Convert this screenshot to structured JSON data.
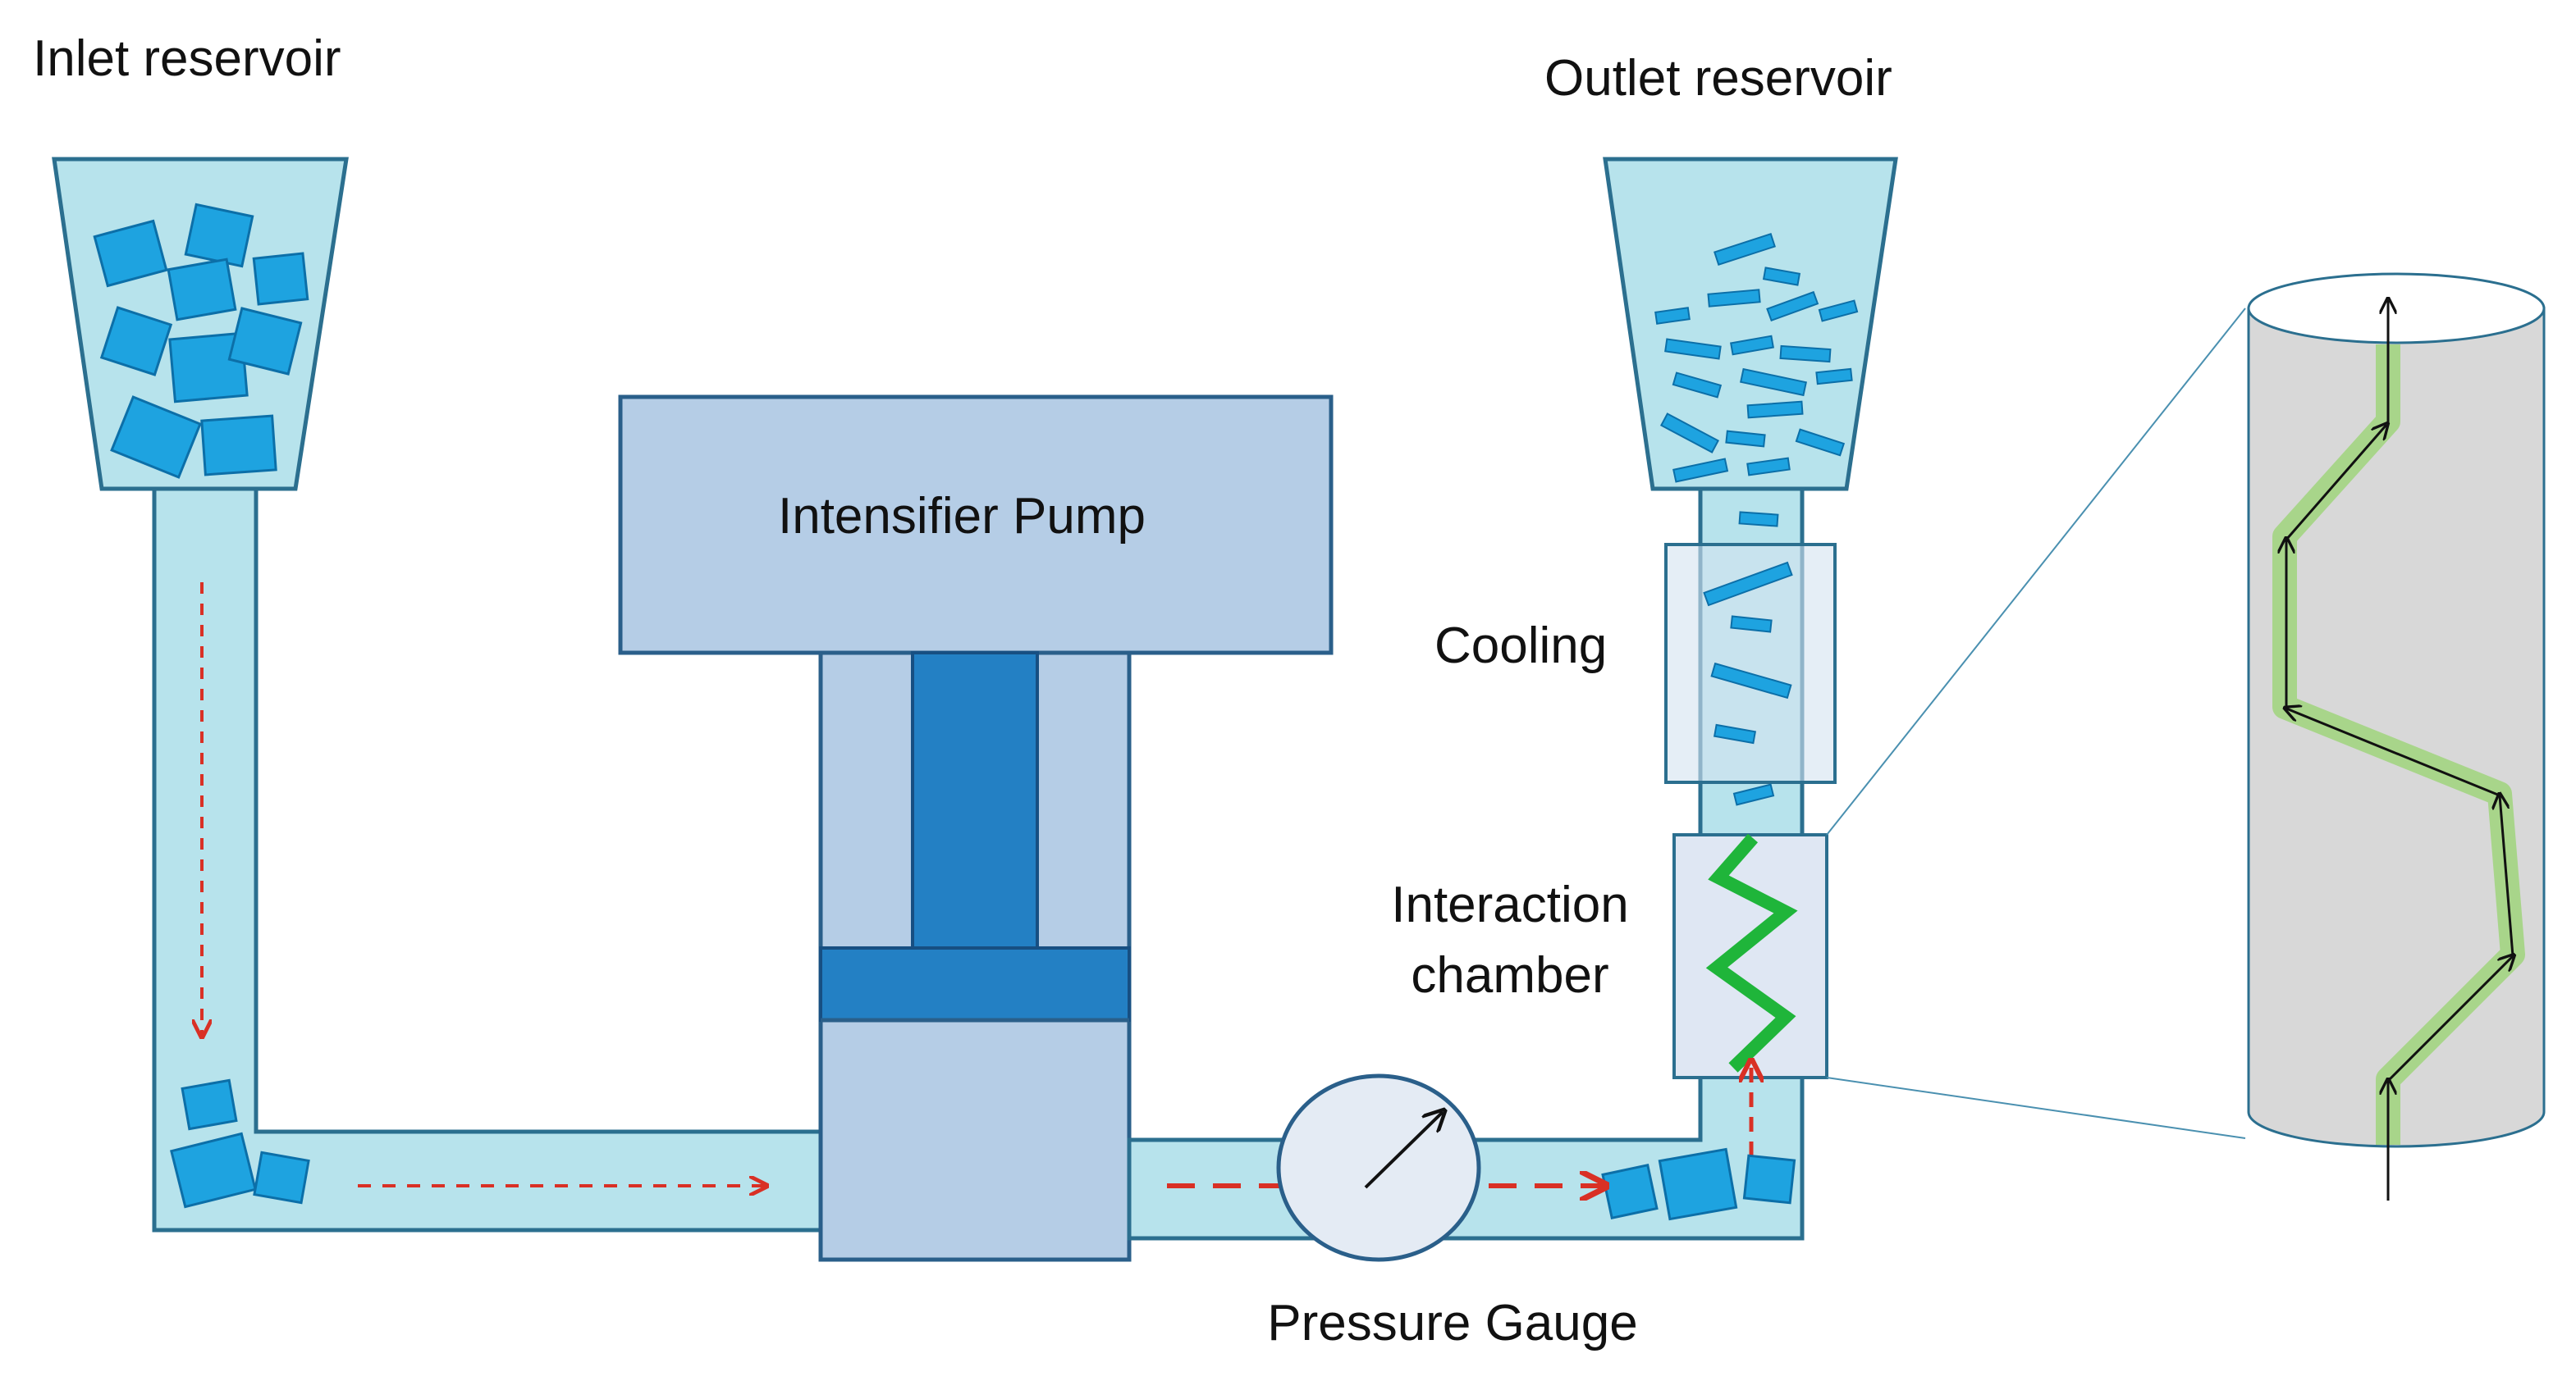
{
  "labels": {
    "inlet_reservoir": "Inlet reservoir",
    "outlet_reservoir": "Outlet reservoir",
    "intensifier_pump": "Intensifier Pump",
    "cooling": "Cooling",
    "interaction_line1": "Interaction",
    "interaction_line2": "chamber",
    "pressure_gauge": "Pressure Gauge"
  },
  "colors": {
    "fluid_fill": "#b7e3ec",
    "stroke": "#2b6f8f",
    "particle": "#1ea3e0",
    "pump_body": "#b5cde6",
    "pump_dark": "#2380c4",
    "flow_arrow": "#d93025",
    "zigzag": "#1fb53a",
    "chamber_cylinder": "#d8d8d8",
    "path_highlight": "#a8d58a"
  }
}
